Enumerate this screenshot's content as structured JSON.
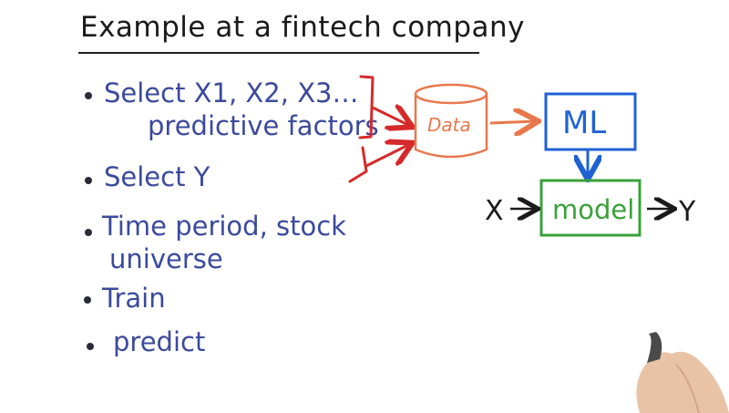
{
  "title": "Example at a fintech company",
  "bullets": [
    {
      "line1": "Select X1, X2, X3…",
      "line2": "predictive factors"
    },
    {
      "line1": "Select Y"
    },
    {
      "line1": "Time period, stock",
      "line2": "universe"
    },
    {
      "line1": "Train"
    },
    {
      "line1": "predict"
    }
  ],
  "diagram": {
    "data_label": "Data",
    "ml_label": "ML",
    "model_label": "model",
    "input_label": "X",
    "output_label": "Y"
  },
  "colors": {
    "bullet_text": "#3b4a9c",
    "bracket_red": "#d62a2a",
    "data_orange": "#e8784c",
    "ml_blue": "#1f62d6",
    "model_green": "#3aa13a",
    "ink": "#1a1a1a"
  }
}
